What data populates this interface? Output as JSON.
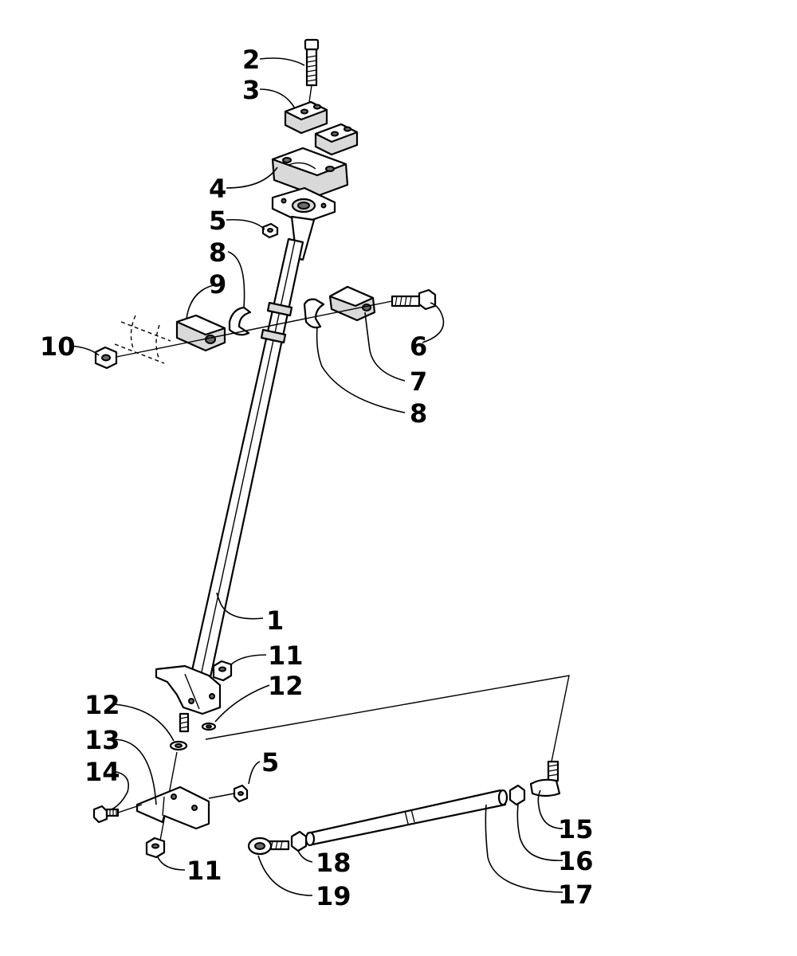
{
  "callouts": [
    {
      "id": "c2",
      "label": "2"
    },
    {
      "id": "c3",
      "label": "3"
    },
    {
      "id": "c4",
      "label": "4"
    },
    {
      "id": "c5a",
      "label": "5"
    },
    {
      "id": "c8a",
      "label": "8"
    },
    {
      "id": "c9",
      "label": "9"
    },
    {
      "id": "c10",
      "label": "10"
    },
    {
      "id": "c6",
      "label": "6"
    },
    {
      "id": "c7",
      "label": "7"
    },
    {
      "id": "c8b",
      "label": "8"
    },
    {
      "id": "c1",
      "label": "1"
    },
    {
      "id": "c11a",
      "label": "11"
    },
    {
      "id": "c12a",
      "label": "12"
    },
    {
      "id": "c12b",
      "label": "12"
    },
    {
      "id": "c13",
      "label": "13"
    },
    {
      "id": "c14",
      "label": "14"
    },
    {
      "id": "c5b",
      "label": "5"
    },
    {
      "id": "c11b",
      "label": "11"
    },
    {
      "id": "c15",
      "label": "15"
    },
    {
      "id": "c16",
      "label": "16"
    },
    {
      "id": "c17",
      "label": "17"
    },
    {
      "id": "c18",
      "label": "18"
    },
    {
      "id": "c19",
      "label": "19"
    }
  ]
}
